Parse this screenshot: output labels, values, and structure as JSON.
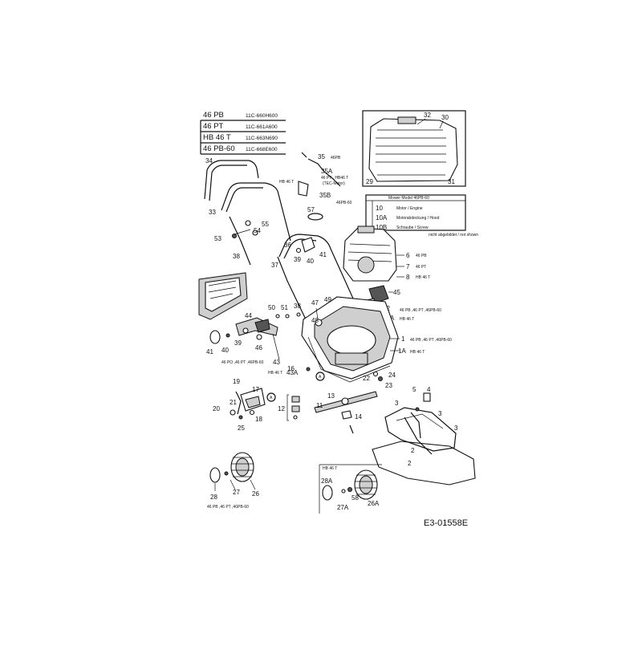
{
  "models": [
    {
      "name": "46 PB",
      "code": "11C-660H600"
    },
    {
      "name": "46 PT",
      "code": "11C-661A600"
    },
    {
      "name": "HB 46 T",
      "code": "11C-663N690"
    },
    {
      "name": "46 PB-60",
      "code": "11C-668E600"
    }
  ],
  "mower_box": {
    "title": "Mower Model 46PB-60",
    "rows": [
      {
        "num": "10",
        "text": "Motor / Engine"
      },
      {
        "num": "10A",
        "text": "Motorabdeckung / Hood"
      },
      {
        "num": "10B",
        "text": "Schraube / Screw"
      }
    ],
    "note": "nicht abgebildet / not shown"
  },
  "variant_notes": {
    "n35": "46PB",
    "n35a": "46 PT , HB46 T",
    "n35a_sub": "(TEC-Motor)",
    "n35b": "46PB-60",
    "hb46t": "HB 46 T",
    "n6": "46 PB",
    "n7": "46 PT",
    "n8": "HB 46 T",
    "n42": "46 PB ,46 PT ,46PB-60",
    "n42a": "HB 46 T",
    "n1": "46 PB ,46 PT ,46PB-60",
    "n1a": "HB 46 T",
    "n43": "46 PO ,46 PT ,46PB-60",
    "n43a": "HB 46 T",
    "wheels_left": "46 PB ,46 PT ,46PB-60",
    "wheels_right": "HB 46 T"
  },
  "callouts": {
    "c2": "2",
    "c3": "3",
    "c4": "4",
    "c5": "5",
    "c6": "6",
    "c7": "7",
    "c8": "8",
    "c1": "1",
    "c1a": "1A",
    "c11": "11",
    "c12": "12",
    "c13": "13",
    "c14": "14",
    "c16": "16",
    "c17": "17",
    "c18": "18",
    "c19": "19",
    "c20": "20",
    "c21": "21",
    "c22": "22",
    "c23": "23",
    "c24": "24",
    "c25": "25",
    "c26": "26",
    "c26a": "26A",
    "c27": "27",
    "c27a": "27A",
    "c28": "28",
    "c28a": "28A",
    "c29": "29",
    "c30": "30",
    "c31": "31",
    "c32": "32",
    "c33": "33",
    "c34": "34",
    "c35": "35",
    "c35a": "35A",
    "c35b": "35B",
    "c36": "36",
    "c37": "37",
    "c38": "38",
    "c39": "39",
    "c40": "40",
    "c41": "41",
    "c42": "42",
    "c42a": "42A",
    "c43": "43",
    "c43a": "43A",
    "c44": "44",
    "c45": "45",
    "c46": "46",
    "c47": "47",
    "c48": "48",
    "c49": "49",
    "c50": "50",
    "c51": "51",
    "c53": "53",
    "c54": "54",
    "c55": "55",
    "c57": "57",
    "c58": "58",
    "cA": "A"
  },
  "drawing_code": "E3-01558E"
}
